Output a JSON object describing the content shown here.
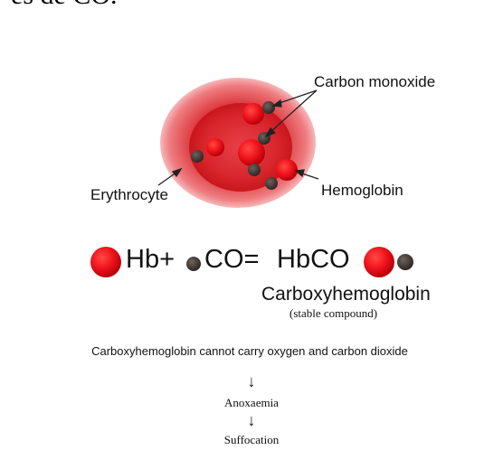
{
  "page": {
    "top_text": "es de CO."
  },
  "diagram": {
    "labels": {
      "carbon_monoxide": "Carbon monoxide",
      "erythrocyte": "Erythrocyte",
      "hemoglobin": "Hemoglobin"
    },
    "equation": {
      "hb": "Hb+",
      "co": "CO=",
      "hbco": "HbCO"
    },
    "product": {
      "name": "Carboxyhemoglobin",
      "note": "(stable compound)"
    },
    "statement": "Carboxyhemoglobin cannot carry oxygen and carbon dioxide",
    "arrow_glyph": "↓",
    "consequences": [
      "Anoxaemia",
      "Suffocation"
    ]
  },
  "colors": {
    "hemoglobin_red": "#e8121a",
    "co_dark": "#4a3f3a",
    "cell_outer": "#e8555a",
    "cell_inner": "#d42a30"
  }
}
